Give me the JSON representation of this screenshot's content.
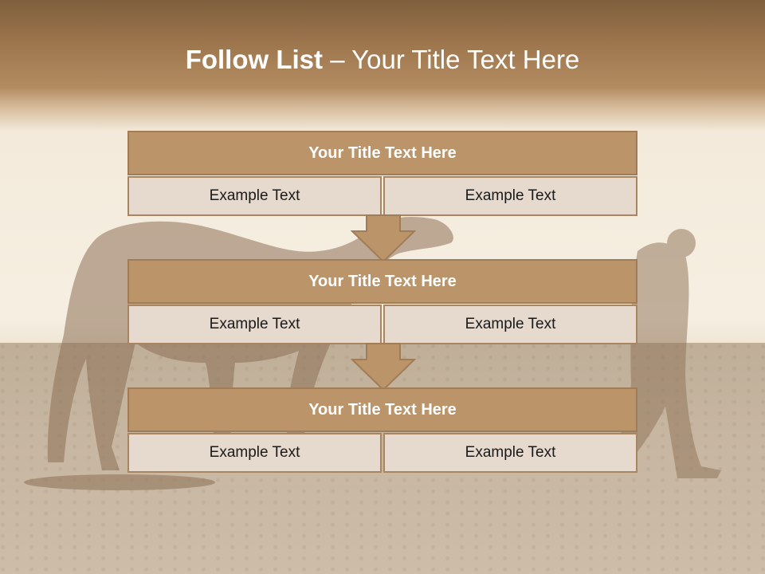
{
  "slide": {
    "title_bold": "Follow List",
    "title_rest": " – Your Title Text Here"
  },
  "blocks": [
    {
      "title": "Your Title Text Here",
      "cells": [
        "Example Text",
        "Example Text"
      ]
    },
    {
      "title": "Your Title Text Here",
      "cells": [
        "Example Text",
        "Example Text"
      ]
    },
    {
      "title": "Your Title Text Here",
      "cells": [
        "Example Text",
        "Example Text"
      ]
    }
  ],
  "colors": {
    "header": "#a0784f",
    "block_title_bg": "#bb946a",
    "cell_bg": "#e6d9ce",
    "border": "#a17d57"
  }
}
